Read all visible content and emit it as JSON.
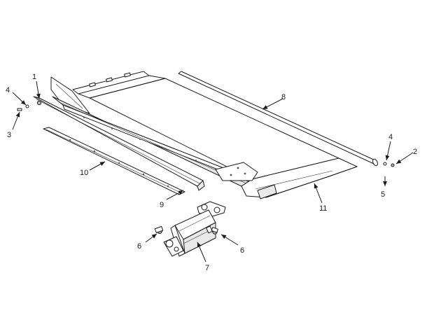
{
  "callouts": {
    "c1": "1",
    "c4_left": "4",
    "c3": "3",
    "c8": "8",
    "c4_right": "4",
    "c2": "2",
    "c5": "5",
    "c10": "10",
    "c9": "9",
    "c11": "11",
    "c6_left": "6",
    "c6_right": "6",
    "c7": "7"
  }
}
